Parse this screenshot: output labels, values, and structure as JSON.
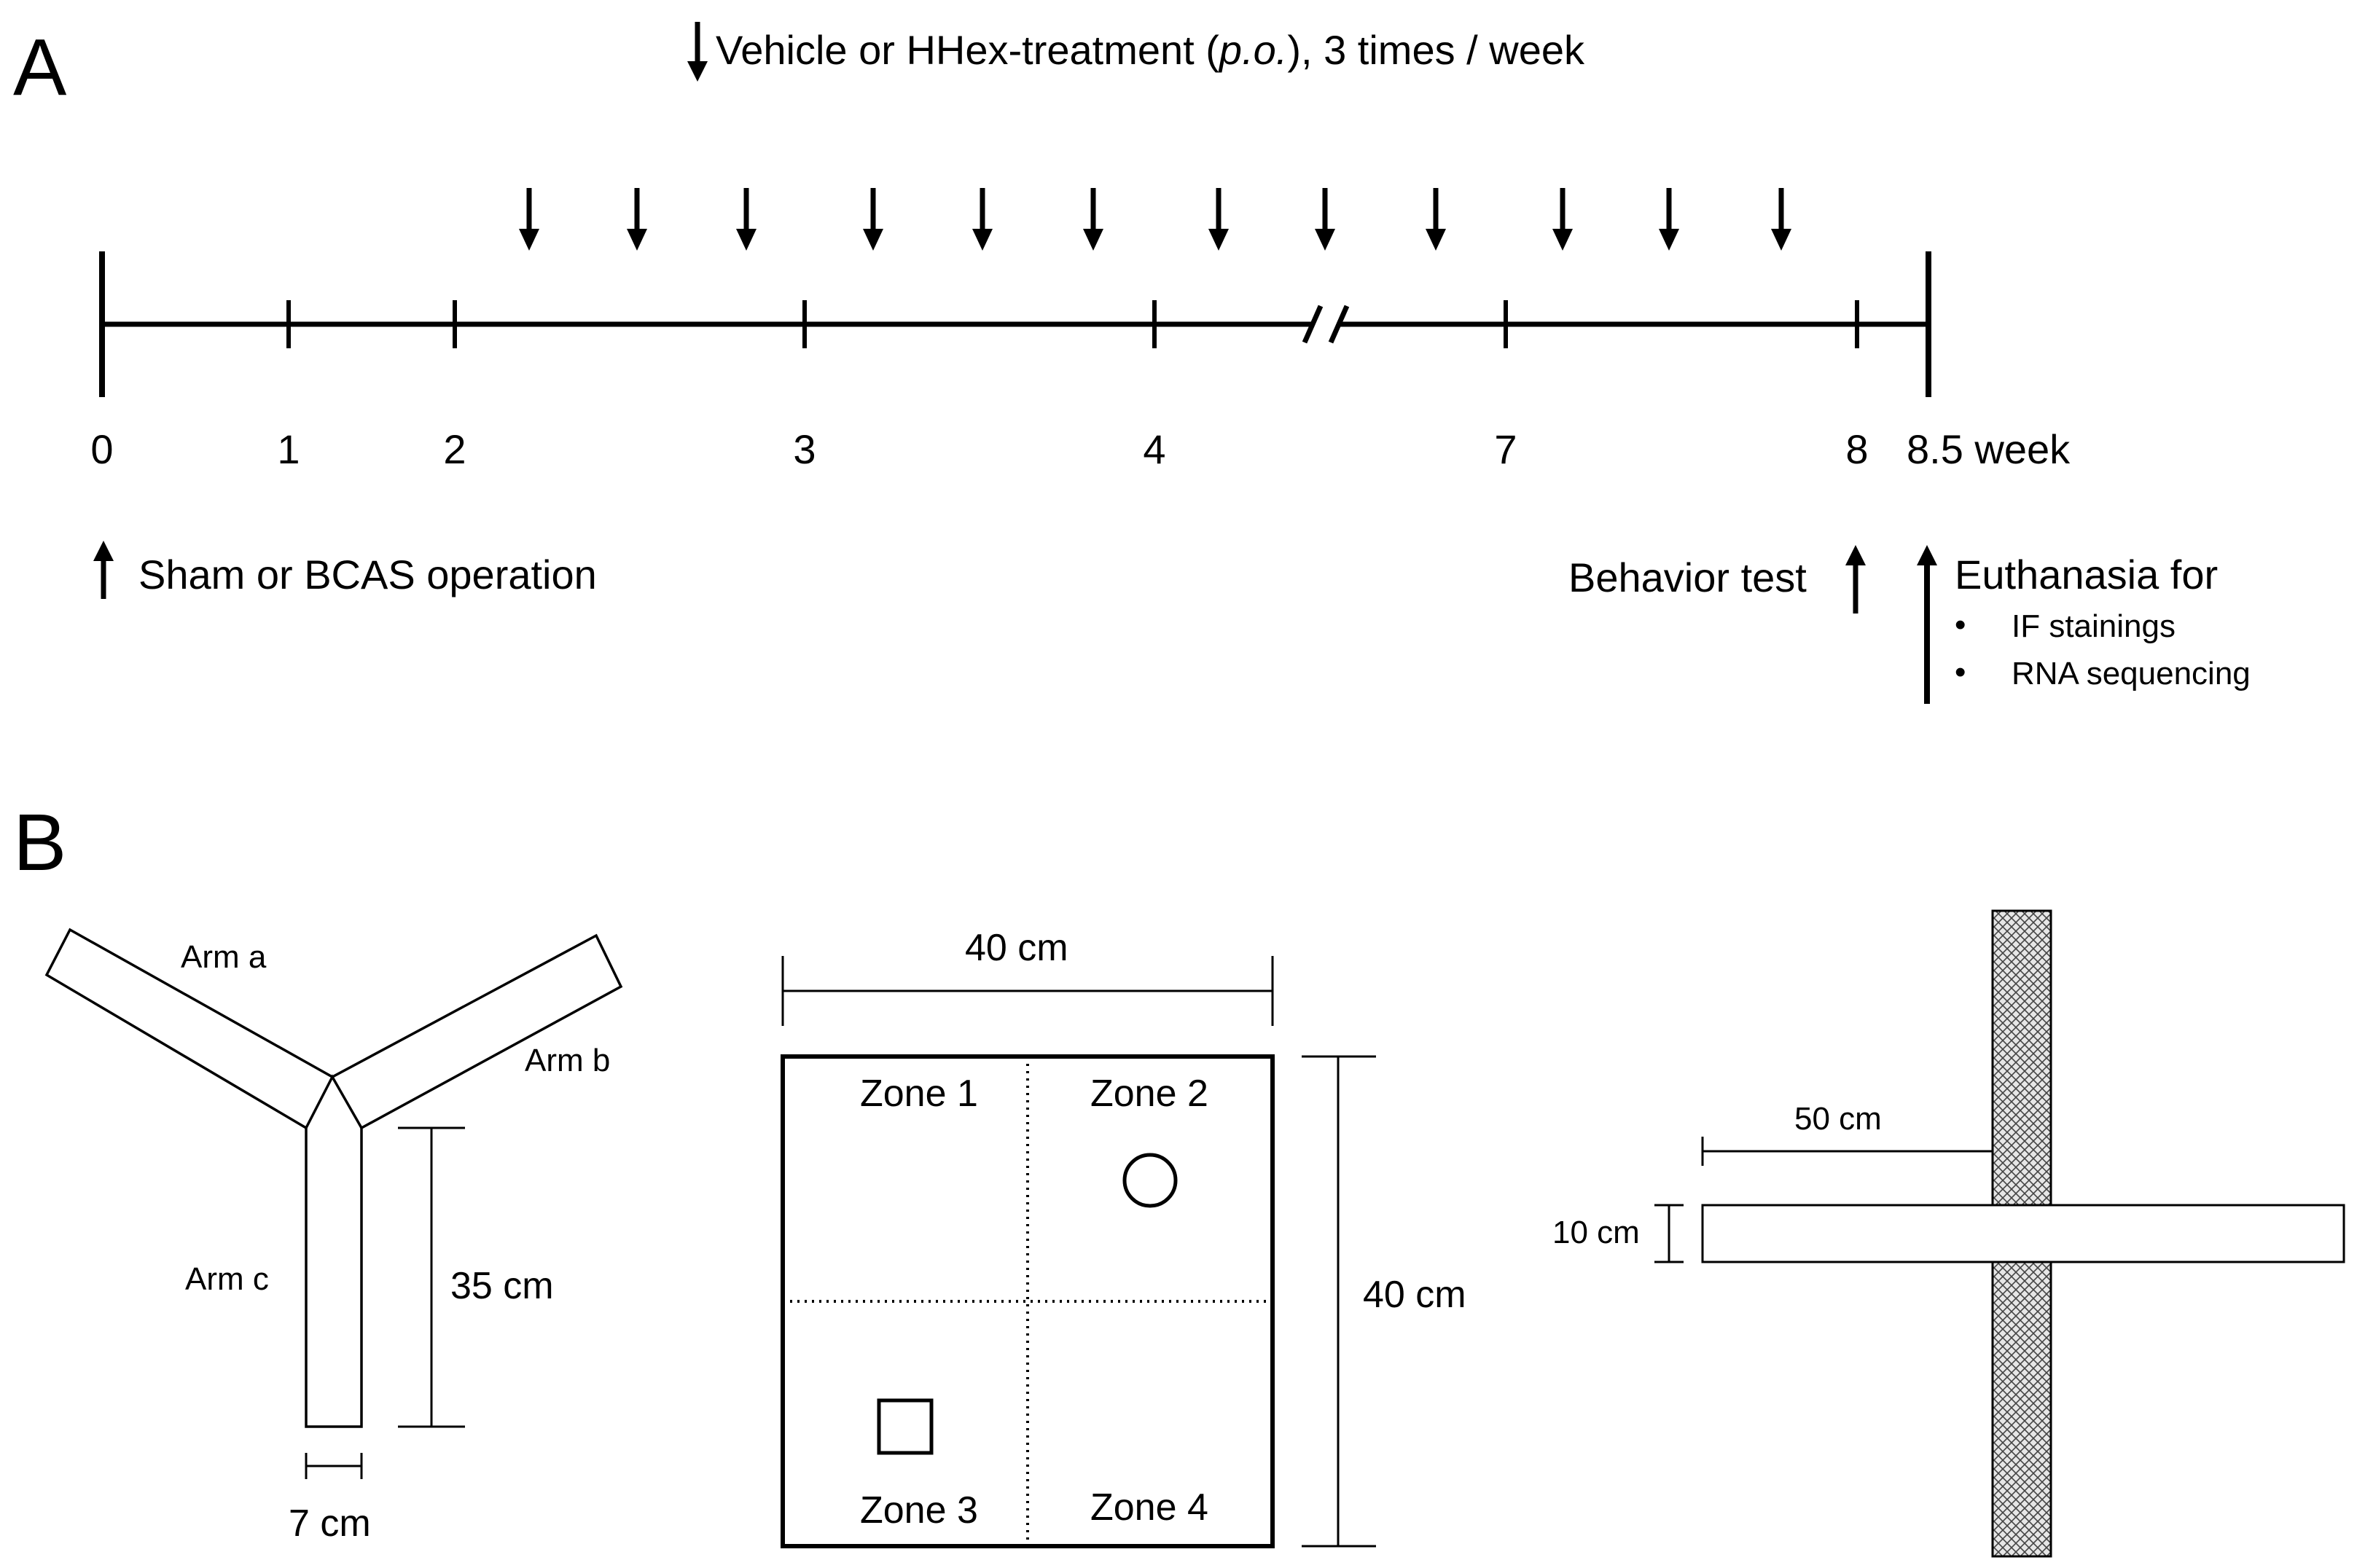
{
  "panels": {
    "a": "A",
    "b": "B"
  },
  "treatment": {
    "prefix": "Vehicle or HHex-treatment (",
    "italic": "p.o.",
    "suffix": "), 3 times / week"
  },
  "timeline": {
    "ticks": [
      {
        "label": "0"
      },
      {
        "label": "1"
      },
      {
        "label": "2"
      },
      {
        "label": "3"
      },
      {
        "label": "4"
      },
      {
        "label": "7"
      },
      {
        "label": "8"
      }
    ],
    "end_label": "8.5 week",
    "dose_arrow_count": 12
  },
  "events": {
    "operation": "Sham or BCAS operation",
    "behavior": "Behavior test",
    "euthanasia_title": "Euthanasia for",
    "euthanasia_items": [
      "IF stainings",
      "RNA sequencing"
    ],
    "bullet": "•"
  },
  "ymaze": {
    "arm_a": "Arm a",
    "arm_b": "Arm b",
    "arm_c": "Arm c",
    "length": "35 cm",
    "width": "7 cm"
  },
  "open_field": {
    "width": "40 cm",
    "height": "40 cm",
    "zones": [
      "Zone 1",
      "Zone 2",
      "Zone 3",
      "Zone 4"
    ]
  },
  "plus_maze": {
    "arm_length": "50 cm",
    "arm_width": "10 cm"
  }
}
